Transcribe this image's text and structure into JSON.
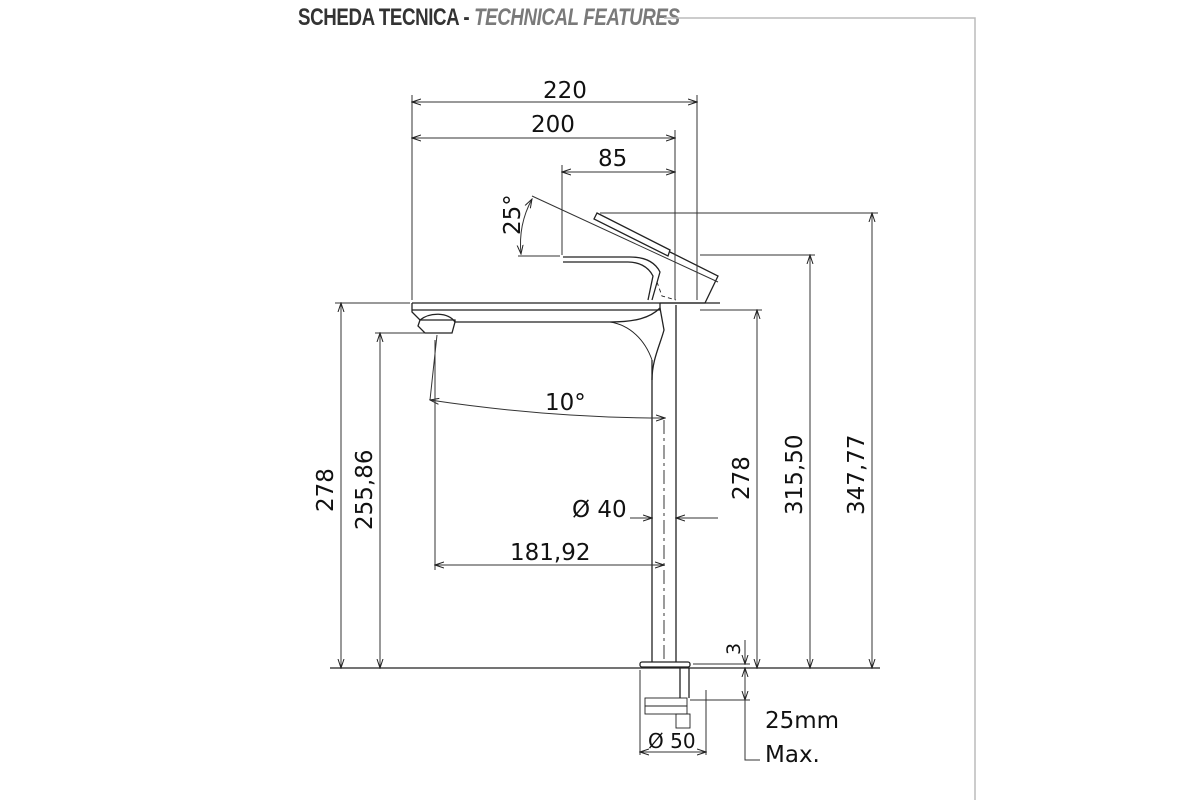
{
  "header": {
    "title_it": "SCHEDA TECNICA",
    "separator": "-",
    "title_en": "TECHNICAL FEATURES"
  },
  "dimensions": {
    "overall_width": "220",
    "spout_reach_total": "200",
    "handle_offset": "85",
    "handle_angle": "25°",
    "spout_angle": "10°",
    "spout_height_left": "278",
    "aerator_height": "255,86",
    "body_diameter": "Ø 40",
    "spout_reach": "181,92",
    "spout_height_right": "278",
    "handle_height": "315,50",
    "max_height": "347,77",
    "base_thickness": "3",
    "deck_thickness": "25mm",
    "deck_thickness_note": "Max.",
    "base_diameter": "Ø 50"
  }
}
